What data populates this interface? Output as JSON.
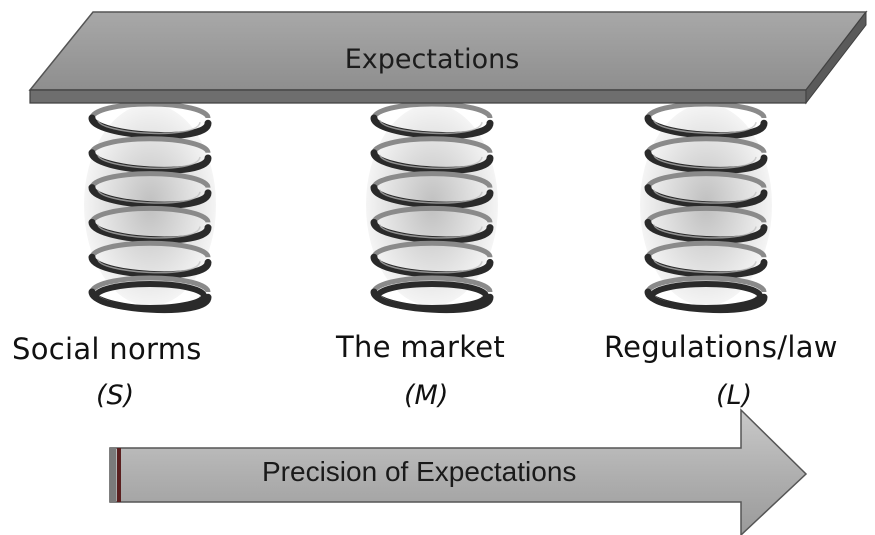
{
  "plate": {
    "label": "Expectations"
  },
  "springs": [
    {
      "name": "Social norms",
      "abbr": "(S)"
    },
    {
      "name": "The market",
      "abbr": "(M)"
    },
    {
      "name": "Regulations/law",
      "abbr": "(L)"
    }
  ],
  "arrow": {
    "label": "Precision of Expectations"
  },
  "colors": {
    "plate_top": "#9a9a9a",
    "plate_edge": "#4a4a4a",
    "arrow_fill": "#a9a9a9",
    "arrow_stripe": "#5a1f1f",
    "spring_dark": "#2a2a2a"
  }
}
